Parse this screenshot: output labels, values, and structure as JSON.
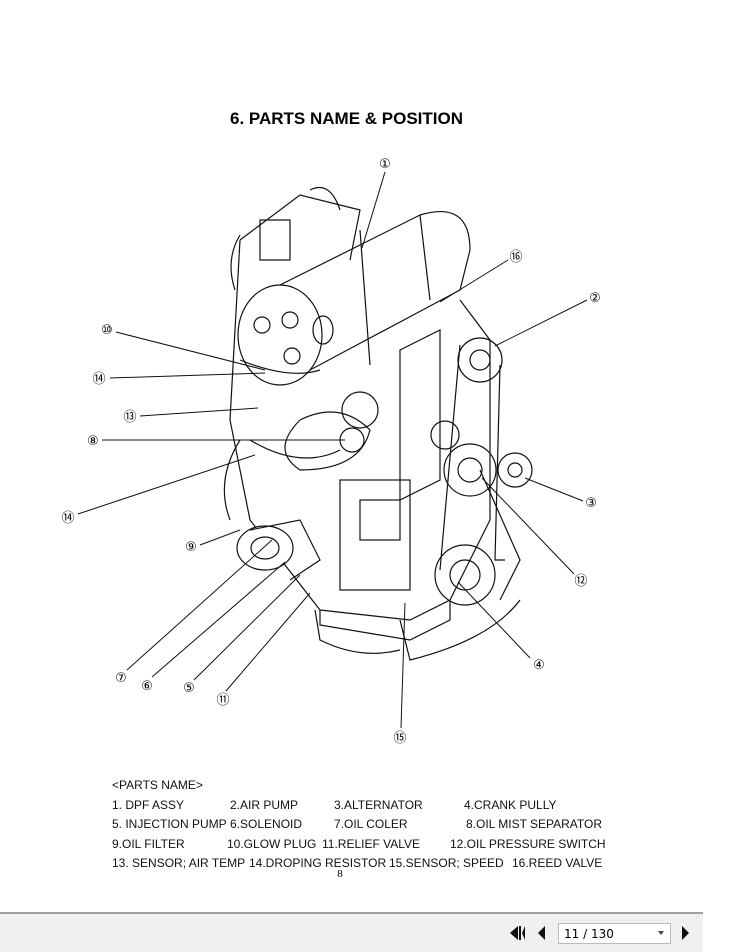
{
  "page": {
    "title": "6. PARTS NAME & POSITION",
    "page_number": "8"
  },
  "callouts": [
    "①",
    "②",
    "③",
    "④",
    "⑤",
    "⑥",
    "⑦",
    "⑧",
    "⑨",
    "⑩",
    "⑪",
    "⑫",
    "⑬",
    "⑭",
    "⑮",
    "⑯"
  ],
  "parts": {
    "heading": "<PARTS NAME>",
    "rows": [
      [
        "1. DPF ASSY",
        "2.AIR PUMP",
        "3.ALTERNATOR",
        "4.CRANK PULLY"
      ],
      [
        "5. INJECTION PUMP",
        "6.SOLENOID",
        "7.OIL COLER",
        "8.OIL MIST SEPARATOR"
      ],
      [
        "9.OIL FILTER",
        "10.GLOW PLUG",
        "11.RELIEF VALVE",
        "12.OIL PRESSURE SWITCH"
      ],
      [
        "13. SENSOR; AIR TEMP",
        "14.DROPING RESISTOR",
        "15.SENSOR; SPEED",
        "16.REED VALVE"
      ]
    ]
  },
  "toolbar": {
    "page_select": "11 / 130",
    "icons": [
      "first-page-icon",
      "previous-page-icon",
      "next-page-icon"
    ]
  }
}
